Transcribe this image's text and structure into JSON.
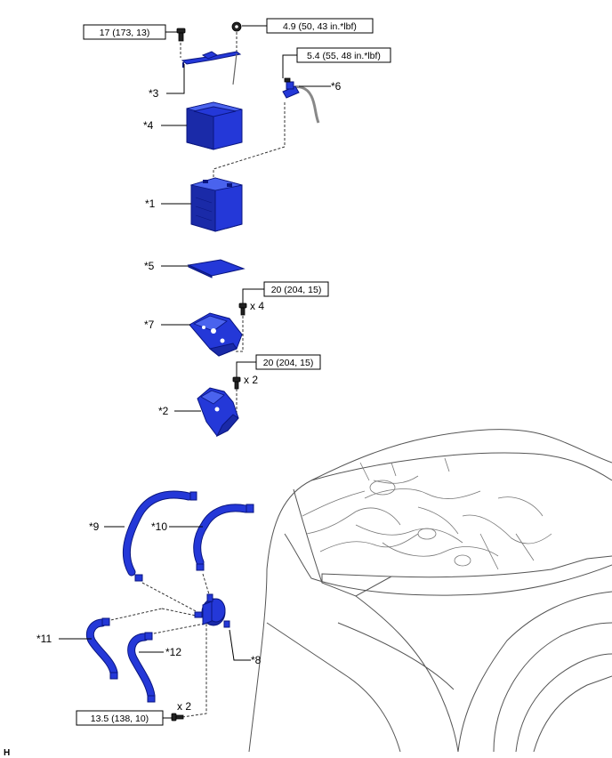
{
  "diagram_code": "H",
  "callouts": {
    "c1": "*1",
    "c2": "*2",
    "c3": "*3",
    "c4": "*4",
    "c5": "*5",
    "c6": "*6",
    "c7": "*7",
    "c8": "*8",
    "c9": "*9",
    "c10": "*10",
    "c11": "*11",
    "c12": "*12"
  },
  "torque": {
    "t1": "17 (173, 13)",
    "t2": "4.9 (50, 43 in.*lbf)",
    "t3": "5.4 (55, 48 in.*lbf)",
    "t4": "20 (204, 15)",
    "t5": "20 (204, 15)",
    "t6": "13.5 (138, 10)"
  },
  "quantities": {
    "q1": "x 4",
    "q2": "x 2",
    "q3": "x 2"
  },
  "colors": {
    "part_blue": "#2438d8",
    "outline": "#0a1680",
    "line": "#000000"
  }
}
